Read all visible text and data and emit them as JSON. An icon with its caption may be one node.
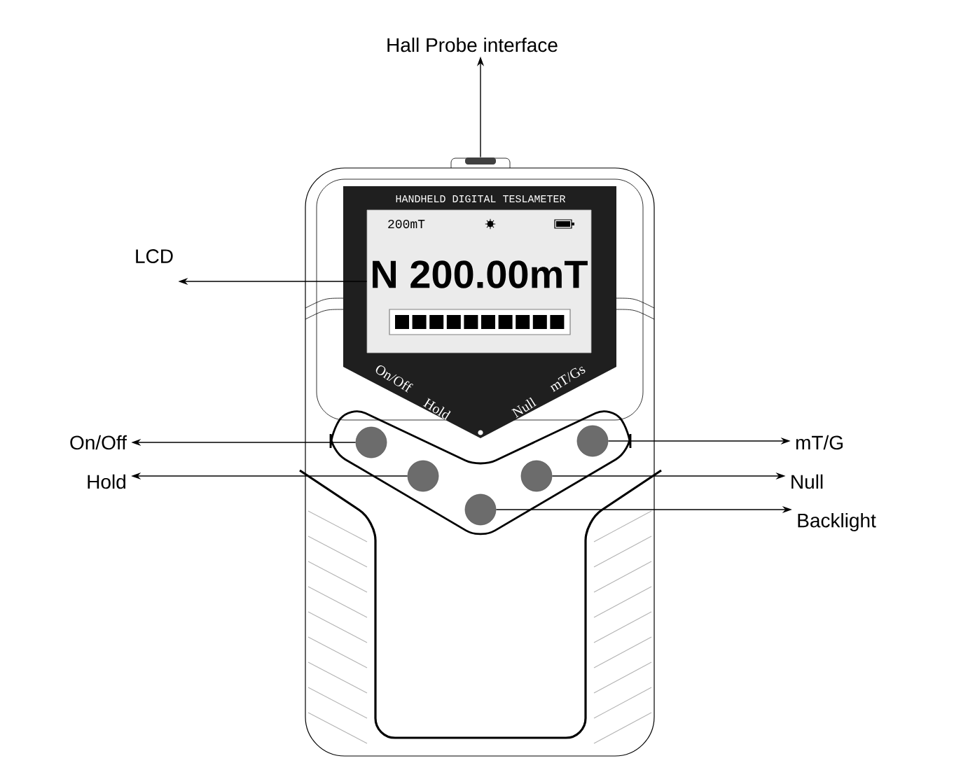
{
  "diagram": {
    "nodes": [
      {
        "text": [
          "Hall Probe interface"
        ]
      },
      {
        "text": [],
        "shape": "box"
      },
      {
        "text": [
          "HANDHELD DIGITAL TESLAMETER",
          "On/Off",
          "Hold",
          "Null",
          "mT/Gs"
        ]
      },
      {
        "text": [
          "200mT",
          "N 200.00mT"
        ],
        "in": 2
      },
      {
        "text": [
          "LCD"
        ]
      },
      {
        "text": [
          "On/Off"
        ]
      },
      {
        "text": [],
        "shape": "circle"
      },
      {
        "text": [],
        "shape": "circle"
      },
      {
        "text": [
          "mT/G"
        ]
      },
      {
        "text": [
          "Hold"
        ]
      },
      {
        "text": [],
        "shape": "circle"
      },
      {
        "text": [],
        "shape": "circle"
      },
      {
        "text": [
          "Null"
        ]
      },
      {
        "text": [],
        "shape": "circle"
      },
      {
        "text": [
          "Backlight"
        ]
      }
    ],
    "edges": [
      {
        "from": 1,
        "to": 0,
        "arrow": "to"
      },
      {
        "from": 3,
        "to": 4,
        "arrow": "to"
      },
      {
        "from": 6,
        "to": 5,
        "arrow": "to"
      },
      {
        "from": 7,
        "to": 8,
        "arrow": "to"
      },
      {
        "from": 10,
        "to": 9,
        "arrow": "to"
      },
      {
        "from": 11,
        "to": 12,
        "arrow": "to"
      },
      {
        "from": 13,
        "to": 14,
        "arrow": "to"
      }
    ]
  }
}
